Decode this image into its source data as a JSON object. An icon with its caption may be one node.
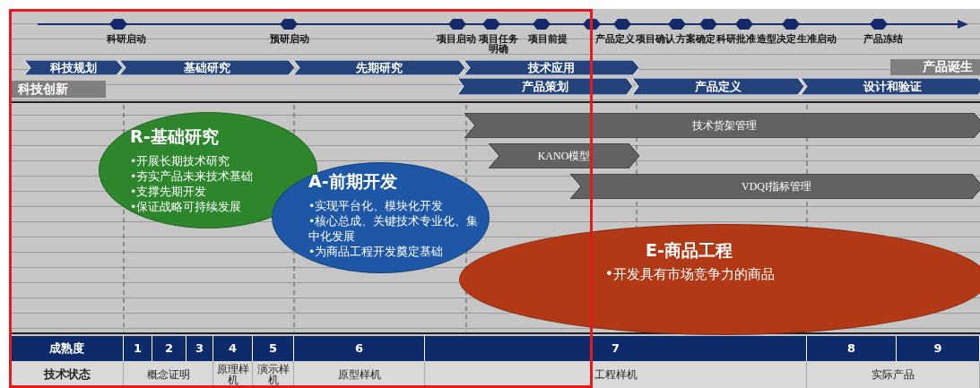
{
  "diagram": {
    "nodes": [
      {
        "text": [
          "科技规划"
        ]
      },
      {
        "text": [
          "基础研究"
        ]
      },
      {
        "text": [
          "先期研究"
        ]
      },
      {
        "text": [
          "技术应用"
        ]
      },
      {
        "text": [
          "科技创新"
        ]
      },
      {
        "text": [
          "产品诞生"
        ]
      },
      {
        "text": [
          "产品策划"
        ]
      },
      {
        "text": [
          "产品定义"
        ]
      },
      {
        "text": [
          "设计和验证"
        ]
      },
      {
        "text": [
          "R-基础研究",
          "•开展长期技术研究",
          "•夯实产品未来技术基础",
          "•支撑先期开发",
          "•保证战略可持续发展"
        ]
      },
      {
        "text": [
          "A-前期开发",
          "•实现平台化、模块化开发",
          "•核心总成、关键技术专业化、集中化发展",
          "•为商品工程开发奠定基础"
        ]
      },
      {
        "text": [
          "E-商品工程",
          "•开发具有市场竞争力的商品"
        ]
      },
      {
        "text": [
          "技术货架管理"
        ]
      },
      {
        "text": [
          "KANO模型"
        ]
      },
      {
        "text": [
          "VDQI指标管理"
        ]
      }
    ],
    "labels": [
      "科研启动",
      "预研启动",
      "项目启动",
      "项目任务明确",
      "项目前提",
      "产品定义",
      "项目确认",
      "方案确定",
      "科研批准",
      "造型决定",
      "生准启动",
      "产品冻结",
      "成熟度",
      "1",
      "2",
      "3",
      "4",
      "5",
      "6",
      "7",
      "8",
      "9",
      "技术状态",
      "概念证明",
      "原理样机",
      "演示样机",
      "原型样机",
      "工程样机",
      "实际产品"
    ]
  }
}
